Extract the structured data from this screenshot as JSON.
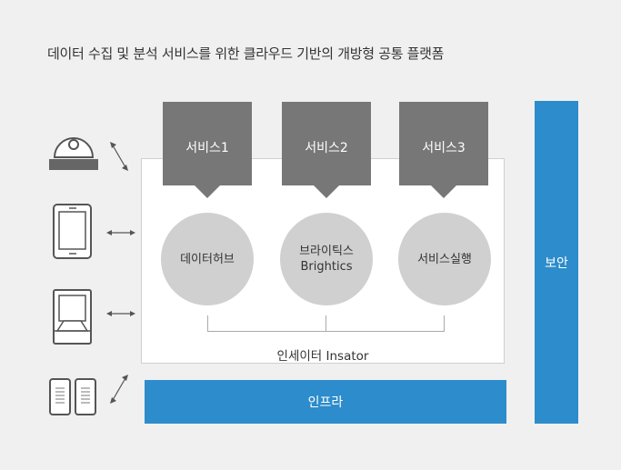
{
  "title": "데이터 수집 및 분석 서비스를 위한 클라우드 기반의 개방형 공통 플랫폼",
  "services": [
    {
      "label": "서비스1"
    },
    {
      "label": "서비스2"
    },
    {
      "label": "서비스3"
    }
  ],
  "modules": [
    {
      "line1": "데이터허브",
      "line2": ""
    },
    {
      "line1": "브라이틱스",
      "line2": "Brightics"
    },
    {
      "line1": "서비스실행",
      "line2": ""
    }
  ],
  "platform_label": "인세이터 Insator",
  "infra_label": "인프라",
  "security_label": "보안",
  "devices": [
    {
      "icon": "cctv-camera-icon"
    },
    {
      "icon": "tablet-icon"
    },
    {
      "icon": "kiosk-icon"
    },
    {
      "icon": "smartphones-icon"
    }
  ],
  "colors": {
    "blue": "#2d8ccb",
    "service_gray": "#777777",
    "circle_gray": "#d0d0d0",
    "background": "#f0f0f0"
  }
}
